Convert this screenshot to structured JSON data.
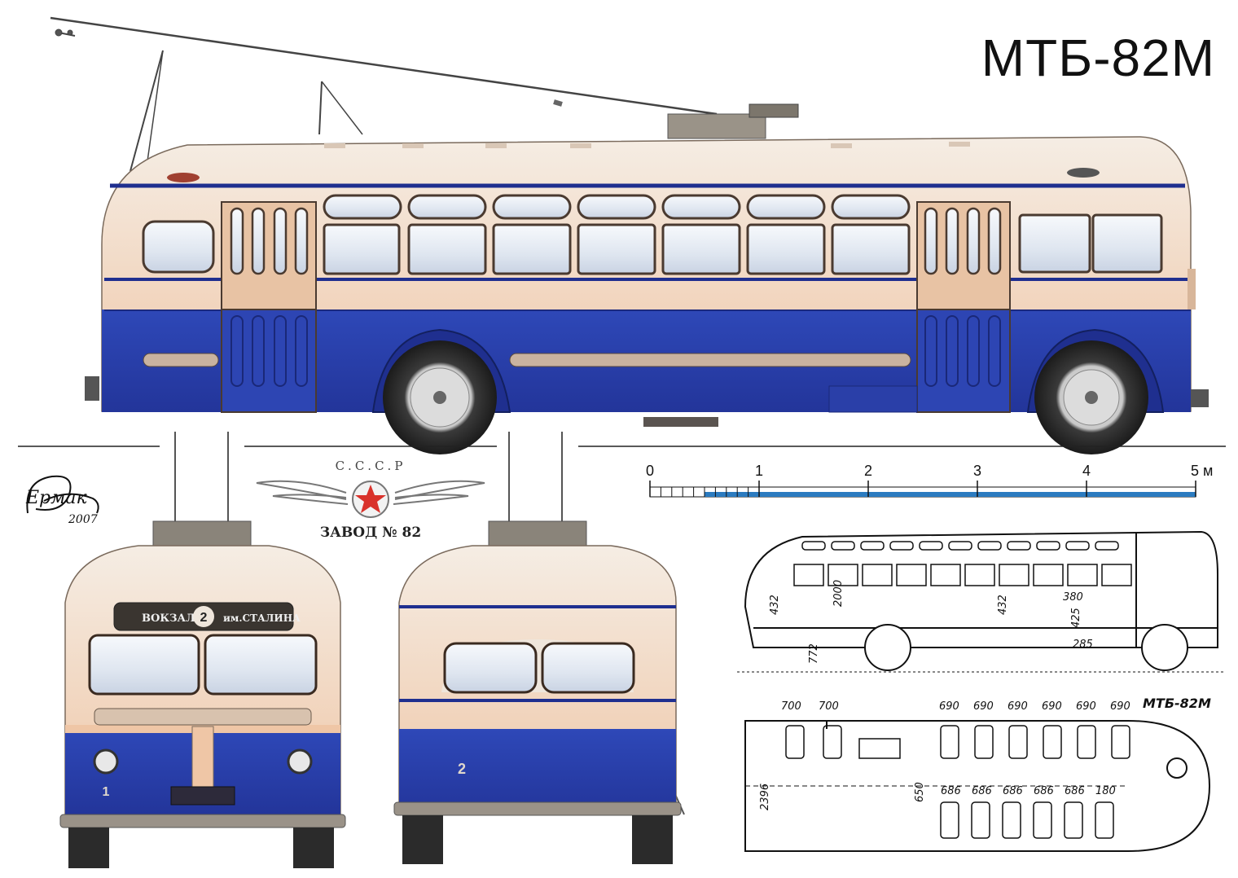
{
  "sheet": {
    "title": "МТБ-82М",
    "signature": {
      "name": "Ермак",
      "year": "2007"
    },
    "emblem": {
      "top": "С.С.С.Р",
      "bottom": "ЗАВОД № 82"
    },
    "front_view": {
      "destination_left": "ВОКЗАЛ",
      "route_number": "2",
      "destination_right": "им.СТАЛИНА",
      "plate_number": "1"
    },
    "rear_view": {
      "number": "2"
    }
  },
  "scale_bar": {
    "ticks": [
      "0",
      "1",
      "2",
      "3",
      "4",
      "5 м"
    ]
  },
  "side_section": {
    "dimensions": {
      "roof_height": "2000",
      "floor_height": "772",
      "seat_height": "432",
      "seat_back": "432",
      "seat_pitch": "380",
      "seat_depth": "285",
      "seat_small": "425"
    }
  },
  "plan_view": {
    "model_label": "МТБ-82М",
    "width_dim": "2396",
    "aisle_dim": "650",
    "top_row_left": [
      "700",
      "700"
    ],
    "top_row_right": [
      "690",
      "690",
      "690",
      "690",
      "690",
      "690"
    ],
    "bottom_row": [
      "686",
      "686",
      "686",
      "686",
      "686",
      "180"
    ]
  },
  "colors": {
    "body_blue": "#2a3fa8",
    "body_cream": "#efc6a6",
    "roof": "#f3e6da",
    "stripe": "#1f2f8f",
    "line": "#1a1a1a"
  }
}
